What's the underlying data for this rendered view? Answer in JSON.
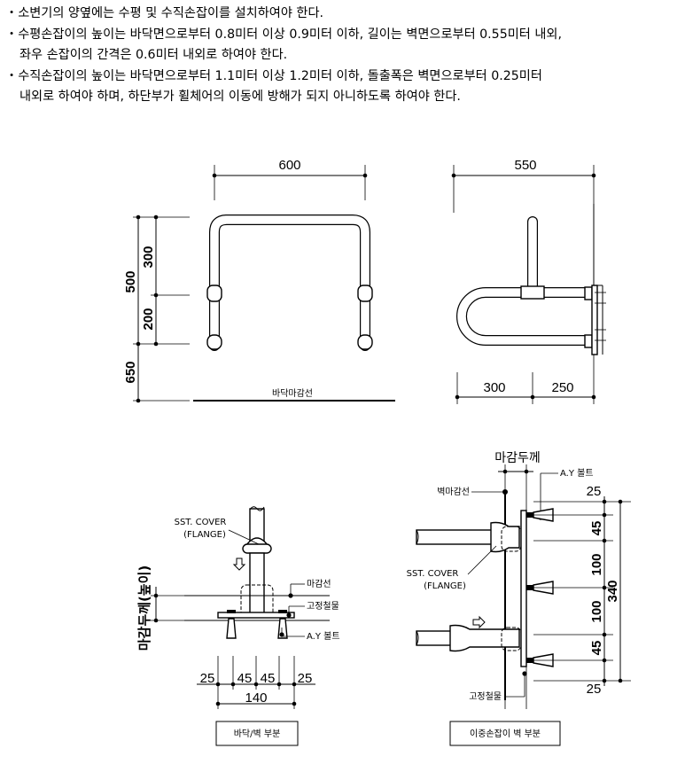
{
  "notes": {
    "line1": "・소변기의 양옆에는  수평 및 수직손잡이를 설치하여야 한다.",
    "line2a": "・수평손잡이의 높이는 바닥면으로부터 0.8미터 이상 0.9미터 이하, 길이는 벽면으로부터 0.55미터 내외,",
    "line2b": "좌우 손잡이의 간격은 0.6미터 내외로 하여야 한다.",
    "line3a": "・수직손잡이의 높이는 바닥면으로부터 1.1미터 이상 1.2미터 이하, 돌출폭은 벽면으로부터 0.25미터",
    "line3b": "내외로 하여야 하며, 하단부가 휠체어의 이동에 방해가 되지 아니하도록 하여야 한다."
  },
  "front_view": {
    "width_dim": "600",
    "dim_300": "300",
    "dim_200": "200",
    "dim_500": "500",
    "dim_650": "650",
    "floor_label": "바닥마감선"
  },
  "side_view": {
    "width_dim": "550",
    "dim_300": "300",
    "dim_250": "250"
  },
  "floor_detail": {
    "sst_cover_line1": "SST. COVER",
    "sst_cover_line2": "(FLANGE)",
    "finish_line_label": "마감선",
    "fixing_plate_label": "고정철물",
    "ay_bolt_label": "A.Y 볼트",
    "thickness_label": "마감두께(높이)",
    "dims": [
      "25",
      "45",
      "45",
      "25"
    ],
    "total": "140",
    "caption": "바닥/벽 부분"
  },
  "wall_detail": {
    "thickness_label": "마감두께",
    "ay_bolt_label": "A.Y 볼트",
    "wall_line_label": "벽마감선",
    "sst_cover_line1": "SST. COVER",
    "sst_cover_line2": "(FLANGE)",
    "fixing_plate_label": "고정철물",
    "dim_top": "25",
    "dim_45a": "45",
    "dim_100a": "100",
    "dim_100b": "100",
    "dim_45b": "45",
    "dim_bottom": "25",
    "total": "340",
    "caption": "이중손잡이 벽 부분"
  }
}
